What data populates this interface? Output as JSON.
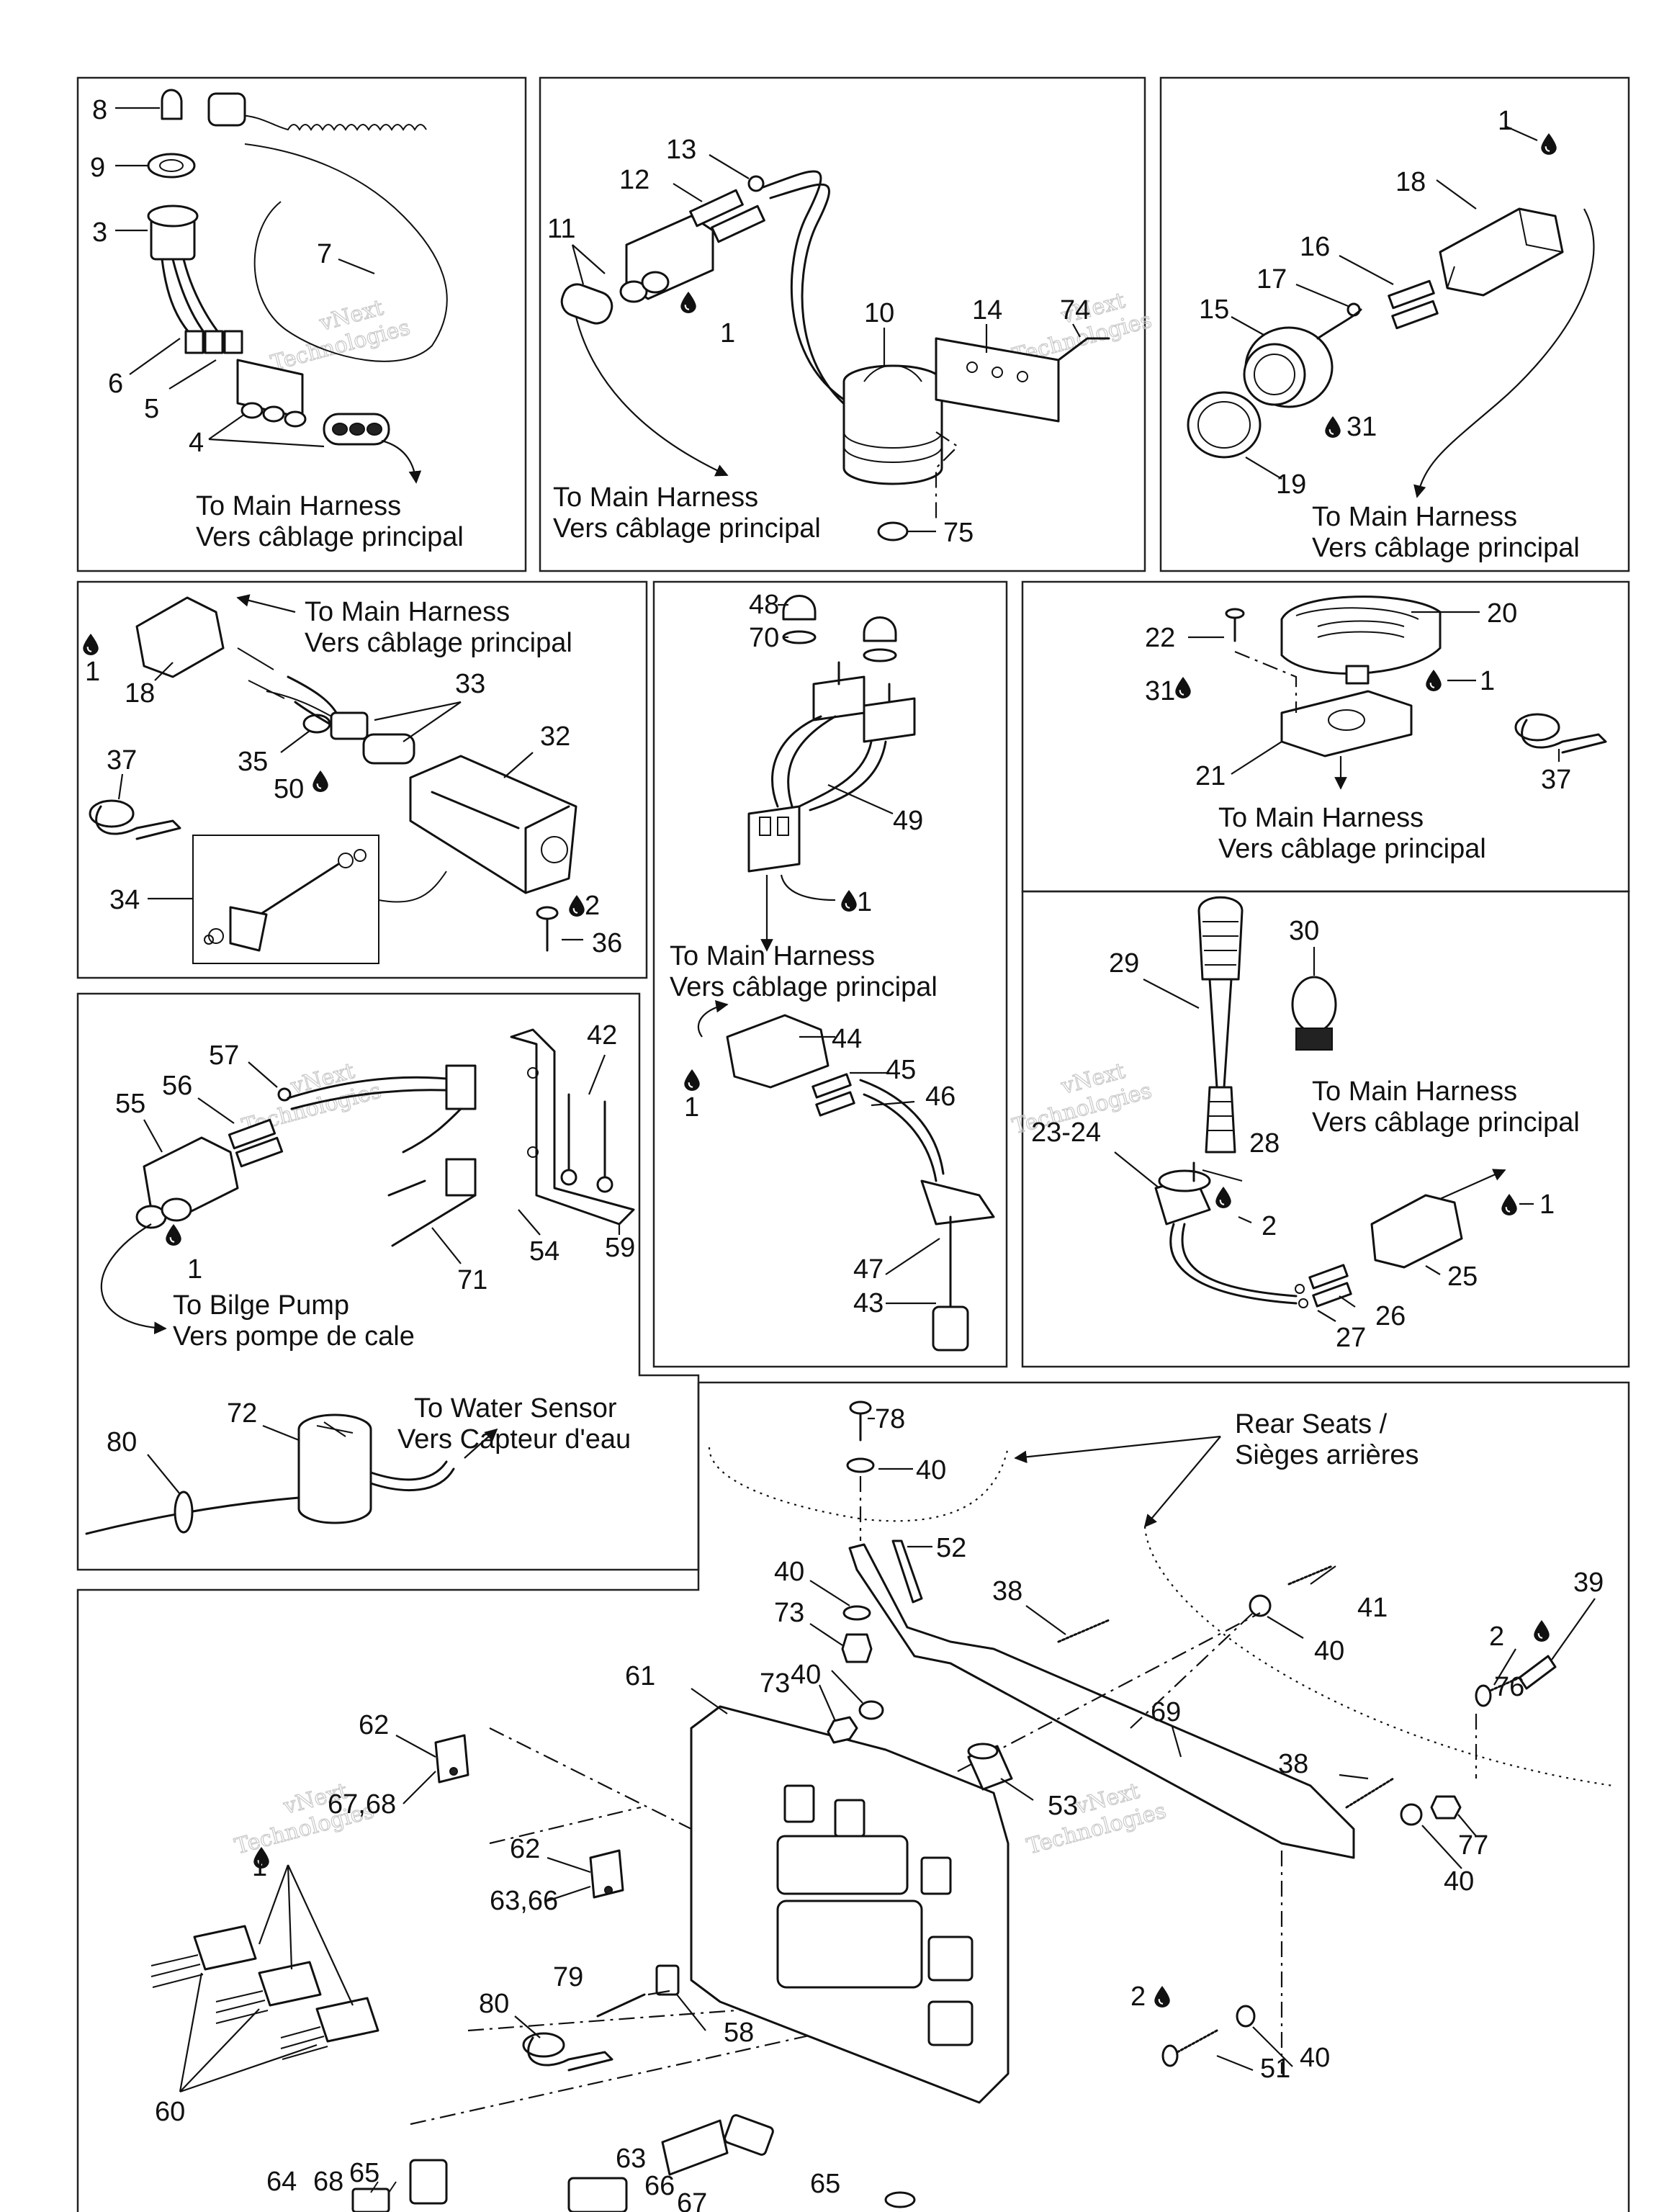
{
  "notes": {
    "to_main_en": "To Main Harness",
    "to_main_fr": "Vers câblage principal",
    "to_bilge_en": "To Bilge Pump",
    "to_bilge_fr": "Vers pompe de cale",
    "to_water_en": "To Water Sensor",
    "to_water_fr": "Vers Capteur d'eau",
    "rear_seats_en": "Rear Seats /",
    "rear_seats_fr": "Sièges arrières"
  },
  "watermark": {
    "line1": "vNext",
    "line2": "Technologies"
  },
  "callouts": {
    "c1": "1",
    "c2": "2",
    "c3": "3",
    "c4": "4",
    "c5": "5",
    "c6": "6",
    "c7": "7",
    "c8": "8",
    "c9": "9",
    "c10": "10",
    "c11": "11",
    "c12": "12",
    "c13": "13",
    "c14": "14",
    "c15": "15",
    "c16": "16",
    "c17": "17",
    "c18": "18",
    "c19": "19",
    "c20": "20",
    "c21": "21",
    "c22": "22",
    "c23_24": "23-24",
    "c25": "25",
    "c26": "26",
    "c27": "27",
    "c28": "28",
    "c29": "29",
    "c30": "30",
    "c31": "31",
    "c32": "32",
    "c33": "33",
    "c34": "34",
    "c35": "35",
    "c36": "36",
    "c37": "37",
    "c38": "38",
    "c39": "39",
    "c40": "40",
    "c41": "41",
    "c42": "42",
    "c43": "43",
    "c44": "44",
    "c45": "45",
    "c46": "46",
    "c47": "47",
    "c48": "48",
    "c49": "49",
    "c50": "50",
    "c51": "51",
    "c52": "52",
    "c53": "53",
    "c54": "54",
    "c55": "55",
    "c56": "56",
    "c57": "57",
    "c58": "58",
    "c59": "59",
    "c60": "60",
    "c61": "61",
    "c62": "62",
    "c63": "63",
    "c63_66": "63,66",
    "c64": "64",
    "c65": "65",
    "c66": "66",
    "c67": "67",
    "c67_68": "67,68",
    "c68": "68",
    "c69": "69",
    "c70": "70",
    "c71": "71",
    "c72": "72",
    "c73": "73",
    "c74": "74",
    "c75": "75",
    "c76": "76",
    "c77": "77",
    "c78": "78",
    "c79": "79",
    "c80": "80"
  }
}
